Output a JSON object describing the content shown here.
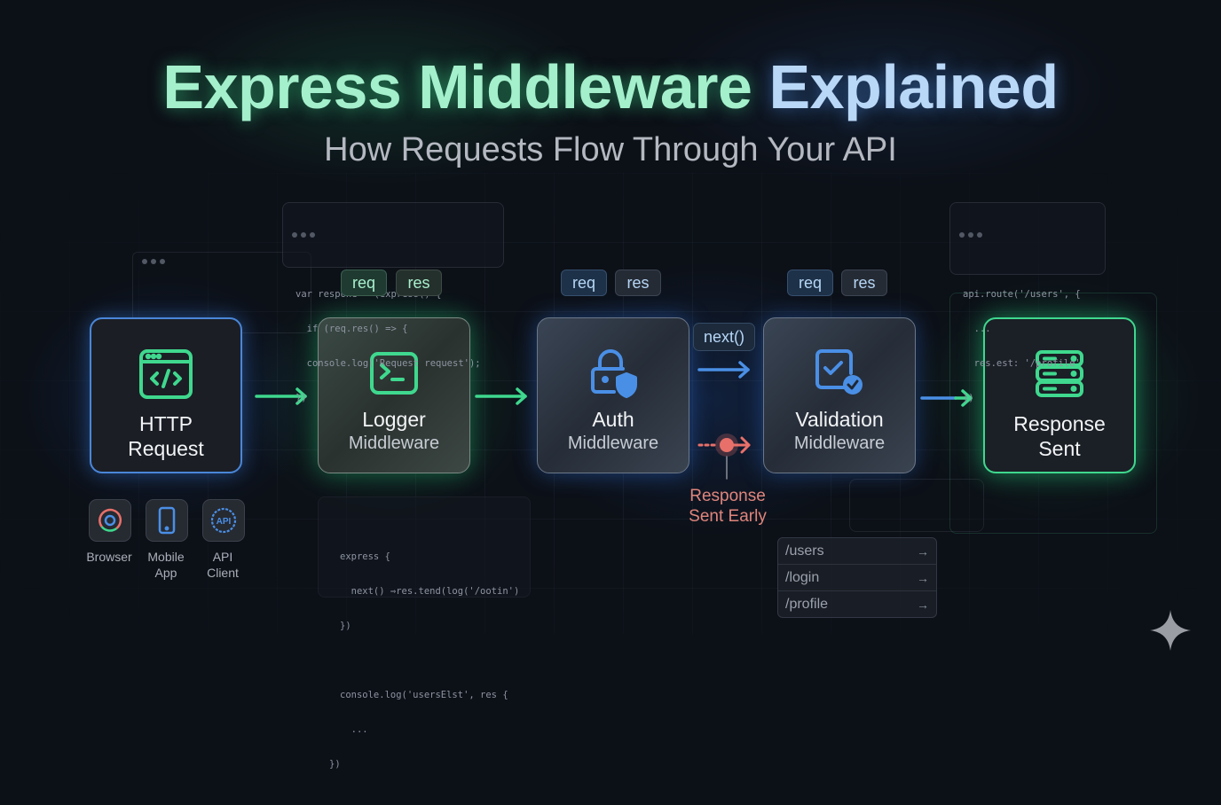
{
  "title": {
    "part1": "Express Middleware",
    "part2": "Explained"
  },
  "subtitle": "How Requests Flow Through Your API",
  "code_snippets": {
    "top_left": [
      "var respone = (express() {",
      "  if (req.res() => {",
      "  console.log('Request request');",
      "})"
    ],
    "top_right": [
      "api.route('/users', {",
      "  ...",
      "  res.est: '/profile'",
      "})"
    ],
    "bottom": [
      "express {",
      "  next() ⇒res.tend(log('/ootin')",
      "})",
      "",
      "console.log('usersElst', res {",
      "  ...",
      "})"
    ]
  },
  "chips": {
    "logger": [
      "req",
      "res"
    ],
    "auth": [
      "req",
      "res"
    ],
    "validation": [
      "req",
      "res"
    ]
  },
  "stages": [
    {
      "id": "http",
      "line1": "HTTP",
      "line2": "Request",
      "icon": "code-window-icon"
    },
    {
      "id": "logger",
      "line1": "Logger",
      "line2": "Middleware",
      "icon": "terminal-icon"
    },
    {
      "id": "auth",
      "line1": "Auth",
      "line2": "Middleware",
      "icon": "lock-shield-icon"
    },
    {
      "id": "validation",
      "line1": "Validation",
      "line2": "Middleware",
      "icon": "checkbox-badge-icon"
    },
    {
      "id": "response",
      "line1": "Response",
      "line2": "Sent",
      "icon": "server-stack-icon"
    }
  ],
  "next_label": "next()",
  "early_exit": {
    "line1": "Response",
    "line2": "Sent Early"
  },
  "clients": [
    {
      "label1": "Browser",
      "label2": "",
      "icon": "browser-icon"
    },
    {
      "label1": "Mobile",
      "label2": "App",
      "icon": "mobile-icon"
    },
    {
      "label1": "API",
      "label2": "Client",
      "icon": "api-badge-icon",
      "badge": "API"
    }
  ],
  "routes": [
    {
      "path": "/users",
      "arrow": "→"
    },
    {
      "path": "/login",
      "arrow": "→"
    },
    {
      "path": "/profile",
      "arrow": "→"
    }
  ],
  "colors": {
    "green": "#3fd88e",
    "blue": "#4a8fe6",
    "red": "#e8706a",
    "bg": "#0c1017"
  }
}
